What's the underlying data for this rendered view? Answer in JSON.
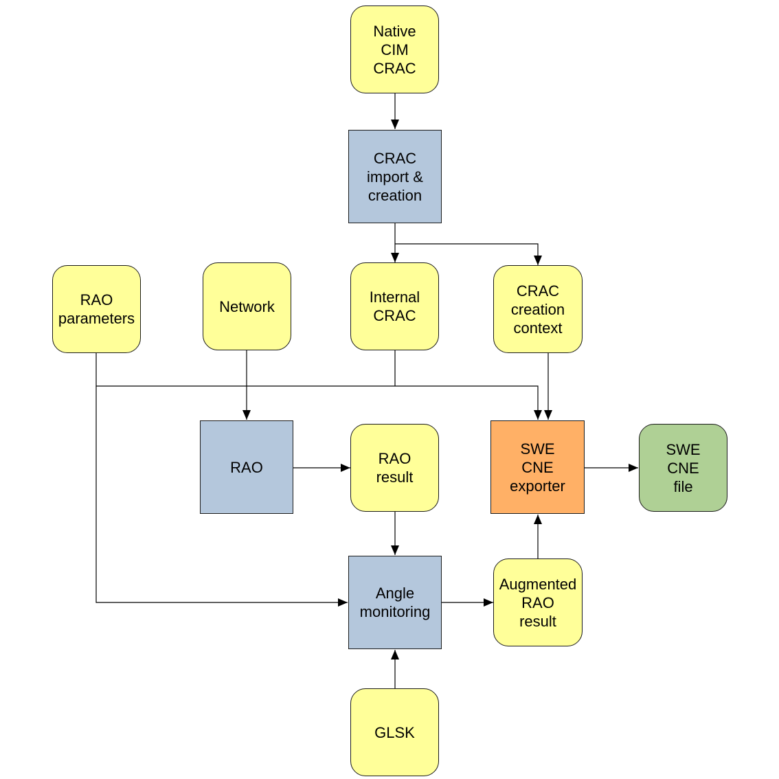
{
  "colors": {
    "data_node": "#ffff99",
    "process_node": "#b4c7dc",
    "exporter_node": "#ffb066",
    "output_node": "#afd095",
    "line": "#000000"
  },
  "nodes": {
    "native_cim_crac": [
      "Native",
      "CIM",
      "CRAC"
    ],
    "crac_import_creation": [
      "CRAC",
      "import &",
      "creation"
    ],
    "rao_parameters": [
      "RAO",
      "parameters"
    ],
    "network": [
      "Network"
    ],
    "internal_crac": [
      "Internal",
      "CRAC"
    ],
    "crac_creation_context": [
      "CRAC",
      "creation",
      "context"
    ],
    "rao": [
      "RAO"
    ],
    "rao_result": [
      "RAO",
      "result"
    ],
    "swe_cne_exporter": [
      "SWE",
      "CNE",
      "exporter"
    ],
    "swe_cne_file": [
      "SWE",
      "CNE",
      "file"
    ],
    "angle_monitoring": [
      "Angle",
      "monitoring"
    ],
    "augmented_rao_result": [
      "Augmented",
      "RAO",
      "result"
    ],
    "glsk": [
      "GLSK"
    ]
  }
}
